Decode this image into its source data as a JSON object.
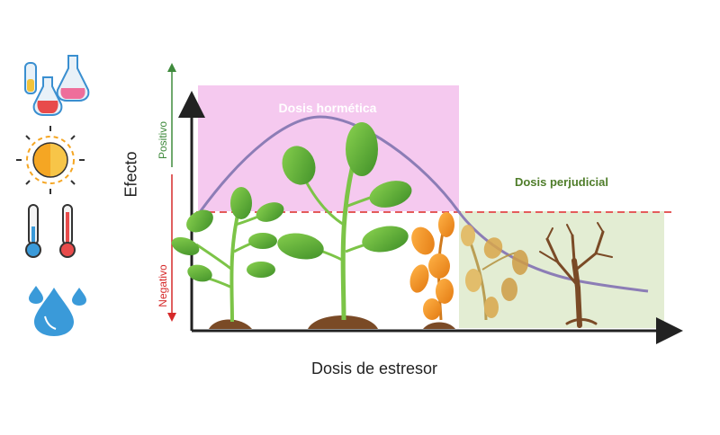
{
  "diagram": {
    "labels": {
      "hormetic_zone": "Dosis hormética",
      "harmful_zone": "Dosis perjudicial",
      "x_axis": "Dosis de estresor",
      "y_axis": "Efecto",
      "positive": "Positivo",
      "negative": "Negativo"
    },
    "stressor_icons": [
      "flask-chemicals-icon",
      "sun-icon",
      "thermometer-icon",
      "water-drops-icon"
    ],
    "stages": [
      "healthy-small-plant",
      "healthy-large-plant",
      "wilting-orange-plant",
      "dying-plant",
      "dead-tree"
    ],
    "colors": {
      "hormetic_zone": "#f5c9ef",
      "harmful_zone": "#e3edd3",
      "curve": "#8c7db6",
      "baseline": "#e45b5b",
      "positive_arrow": "#3f8a3c",
      "negative_arrow": "#d62a2a",
      "leaf": "#5ca832",
      "stem": "#7cc447",
      "soil": "#7a4a26"
    }
  }
}
